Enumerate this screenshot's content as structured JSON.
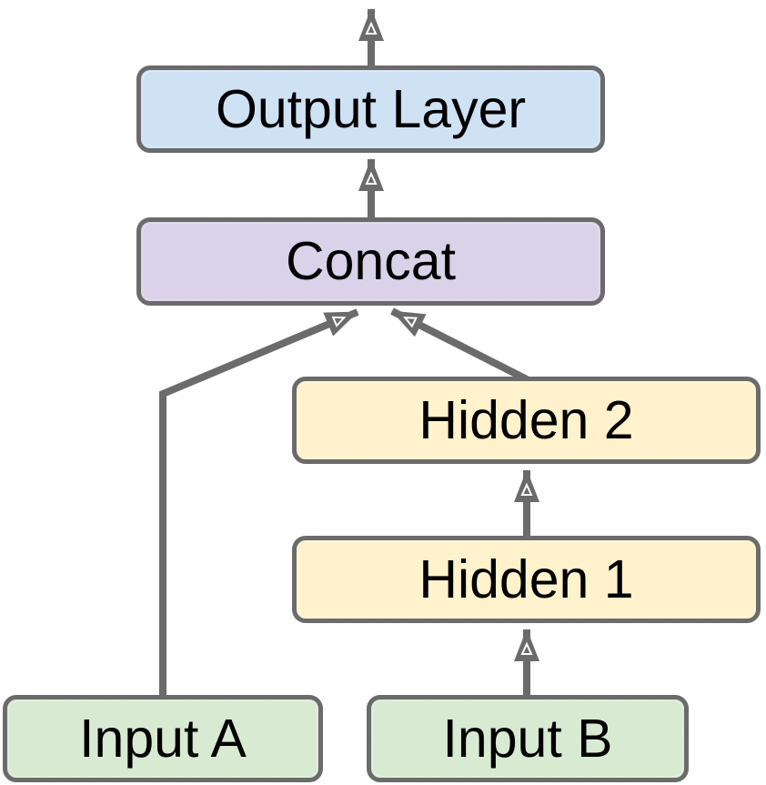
{
  "diagram": {
    "background": "#ffffff",
    "colors": {
      "line": "#6b6b6b",
      "arrow_inner": "#ffffff",
      "text": "#000000",
      "fill_blue": "#cfe2f3",
      "fill_purple": "#d9d2e9",
      "fill_yellow": "#fff2cc",
      "fill_green": "#d9ead3"
    },
    "nodes": [
      {
        "id": "output-layer",
        "label": "Output Layer",
        "fill": "#cfe2f3"
      },
      {
        "id": "concat",
        "label": "Concat",
        "fill": "#d9d2e9"
      },
      {
        "id": "hidden-2",
        "label": "Hidden 2",
        "fill": "#fff2cc"
      },
      {
        "id": "hidden-1",
        "label": "Hidden 1",
        "fill": "#fff2cc"
      },
      {
        "id": "input-a",
        "label": "Input A",
        "fill": "#d9ead3"
      },
      {
        "id": "input-b",
        "label": "Input B",
        "fill": "#d9ead3"
      }
    ],
    "edges": [
      {
        "from": "output-layer",
        "to": "off-canvas-top"
      },
      {
        "from": "concat",
        "to": "output-layer"
      },
      {
        "from": "input-a",
        "to": "concat"
      },
      {
        "from": "hidden-2",
        "to": "concat"
      },
      {
        "from": "hidden-1",
        "to": "hidden-2"
      },
      {
        "from": "input-b",
        "to": "hidden-1"
      }
    ]
  }
}
